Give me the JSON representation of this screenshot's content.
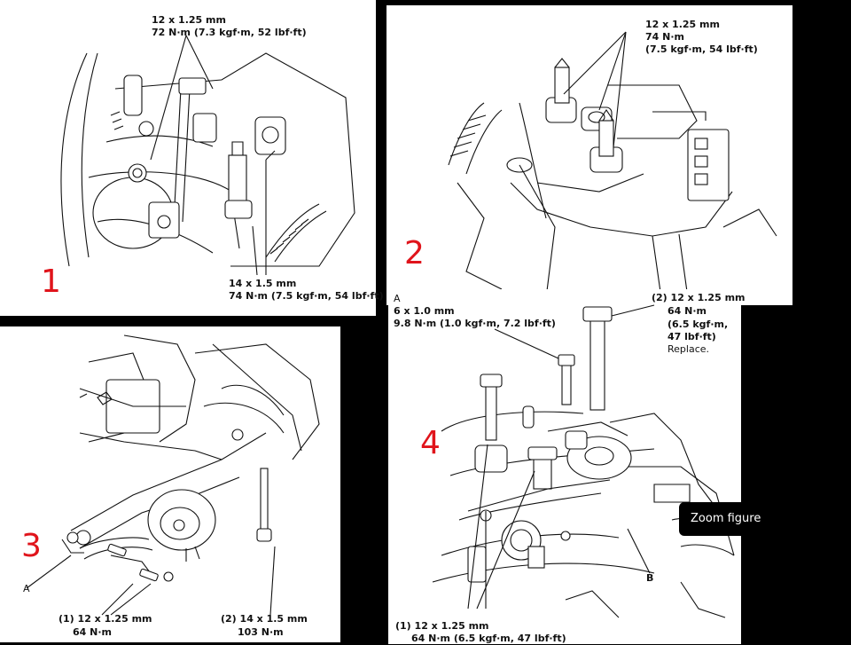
{
  "panels": [
    {
      "number": "1",
      "callout_top": [
        "12 x 1.25 mm",
        "72 N·m (7.3 kgf·m, 52 lbf·ft)"
      ],
      "callout_bottom": [
        "14 x 1.5 mm",
        "74 N·m (7.5 kgf·m, 54 lbf·ft)"
      ]
    },
    {
      "number": "2",
      "callout_top": [
        "12 x 1.25 mm",
        "74 N·m",
        "(7.5 kgf·m, 54 lbf·ft)"
      ]
    },
    {
      "number": "3",
      "label_a": "A",
      "callout_1": [
        "(1) 12 x 1.25 mm",
        "64 N·m"
      ],
      "callout_2": [
        "(2) 14 x 1.5 mm",
        "103 N·m"
      ]
    },
    {
      "number": "4",
      "callout_a": [
        "A",
        "6 x 1.0 mm",
        "9.8 N·m (1.0 kgf·m, 7.2 lbf·ft)"
      ],
      "callout_2": [
        "(2) 12 x 1.25 mm",
        "64 N·m",
        "(6.5 kgf·m,",
        "47 lbf·ft)",
        "Replace."
      ],
      "label_b": "B",
      "callout_1": [
        "(1) 12 x 1.25 mm",
        "64 N·m (6.5 kgf·m, 47 lbf·ft)"
      ]
    }
  ],
  "zoom_button": "Zoom figure"
}
